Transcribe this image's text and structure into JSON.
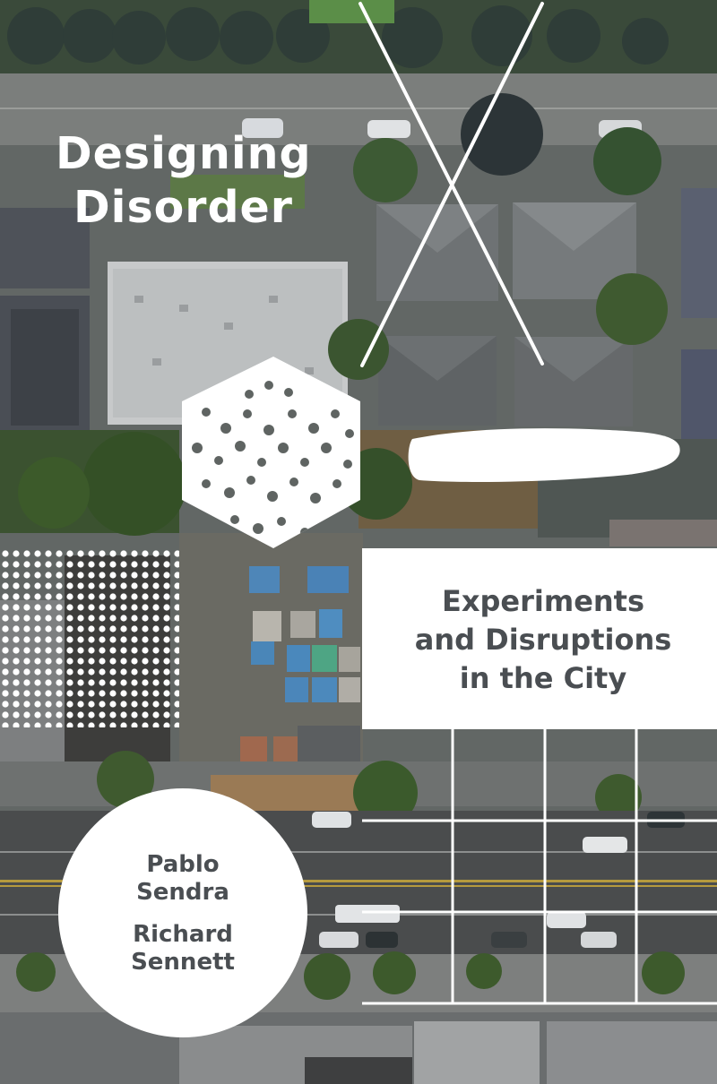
{
  "book": {
    "title_line1": "Designing",
    "title_line2": "Disorder",
    "subtitle_line1": "Experiments",
    "subtitle_line2": "and Disruptions",
    "subtitle_line3": "in the City",
    "author1_first": "Pablo",
    "author1_last": "Sendra",
    "author2_first": "Richard",
    "author2_last": "Sennett"
  },
  "colors": {
    "text_on_white": "#4a4e52",
    "title": "#ffffff"
  },
  "image": {
    "description_icon": "aerial-city-photo"
  }
}
